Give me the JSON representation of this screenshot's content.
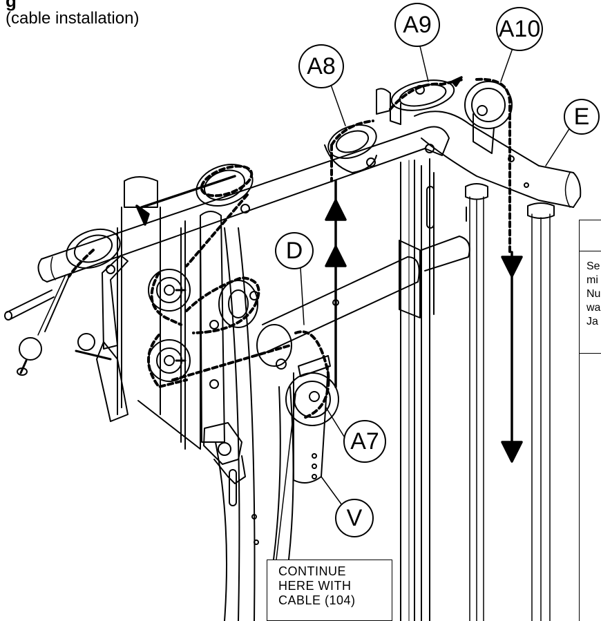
{
  "header": {
    "title_fragment": "g",
    "subtitle": "(cable installation)"
  },
  "callouts": {
    "a9": "A9",
    "a10": "A10",
    "a8": "A8",
    "e": "E",
    "d": "D",
    "a7": "A7",
    "v": "V"
  },
  "note": {
    "line1": "CONTINUE",
    "line2": "HERE WITH",
    "line3": "CABLE (104)"
  },
  "side_panel": {
    "lines": [
      "Se",
      "mi",
      "Nu",
      "wa",
      "Ja"
    ]
  },
  "colors": {
    "line": "#000000",
    "background": "#ffffff"
  }
}
